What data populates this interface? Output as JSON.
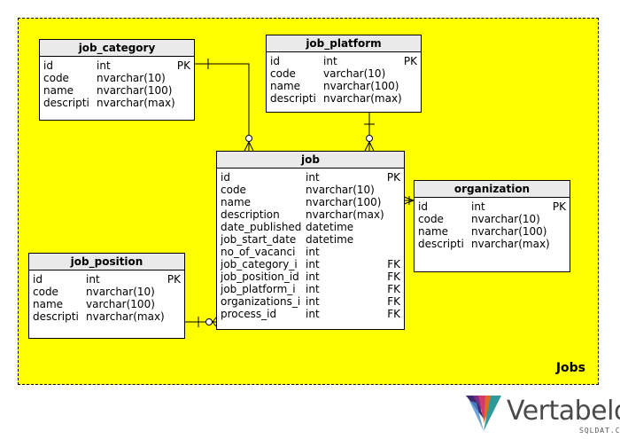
{
  "subject_area": {
    "label": "Jobs",
    "color": "#ffff00"
  },
  "tables": {
    "job_category": {
      "name": "job_category",
      "columns": [
        {
          "name": "id",
          "type": "int",
          "key": "PK"
        },
        {
          "name": "code",
          "type": "nvarchar(10)",
          "key": ""
        },
        {
          "name": "name",
          "type": "nvarchar(100)",
          "key": ""
        },
        {
          "name": "descripti",
          "type": "nvarchar(max)",
          "key": ""
        }
      ]
    },
    "job_platform": {
      "name": "job_platform",
      "columns": [
        {
          "name": "id",
          "type": "int",
          "key": "PK"
        },
        {
          "name": "code",
          "type": "varchar(10)",
          "key": ""
        },
        {
          "name": "name",
          "type": "nvarchar(100)",
          "key": ""
        },
        {
          "name": "descripti",
          "type": "nvarchar(max)",
          "key": ""
        }
      ]
    },
    "job": {
      "name": "job",
      "columns": [
        {
          "name": "id",
          "type": "int",
          "key": "PK"
        },
        {
          "name": "code",
          "type": "nvarchar(10)",
          "key": ""
        },
        {
          "name": "name",
          "type": "nvarchar(100)",
          "key": ""
        },
        {
          "name": "description",
          "type": "nvarchar(max)",
          "key": ""
        },
        {
          "name": "date_published",
          "type": "datetime",
          "key": ""
        },
        {
          "name": "job_start_date",
          "type": "datetime",
          "key": ""
        },
        {
          "name": "no_of_vacanci",
          "type": "int",
          "key": ""
        },
        {
          "name": "job_category_i",
          "type": "int",
          "key": "FK"
        },
        {
          "name": "job_position_id",
          "type": "int",
          "key": "FK"
        },
        {
          "name": "job_platform_i",
          "type": "int",
          "key": "FK"
        },
        {
          "name": "organizations_i",
          "type": "int",
          "key": "FK"
        },
        {
          "name": "process_id",
          "type": "int",
          "key": "FK"
        }
      ]
    },
    "organization": {
      "name": "organization",
      "columns": [
        {
          "name": "id",
          "type": "int",
          "key": "PK"
        },
        {
          "name": "code",
          "type": "nvarchar(10)",
          "key": ""
        },
        {
          "name": "name",
          "type": "nvarchar(100)",
          "key": ""
        },
        {
          "name": "descripti",
          "type": "nvarchar(max)",
          "key": ""
        }
      ]
    },
    "job_position": {
      "name": "job_position",
      "columns": [
        {
          "name": "id",
          "type": "int",
          "key": "PK"
        },
        {
          "name": "code",
          "type": "nvarchar(10)",
          "key": ""
        },
        {
          "name": "name",
          "type": "varchar(100)",
          "key": ""
        },
        {
          "name": "descripti",
          "type": "nvarchar(max)",
          "key": ""
        }
      ]
    }
  },
  "logo": {
    "text": "Vertabelo",
    "subtext": "SQLDAT.COM"
  }
}
